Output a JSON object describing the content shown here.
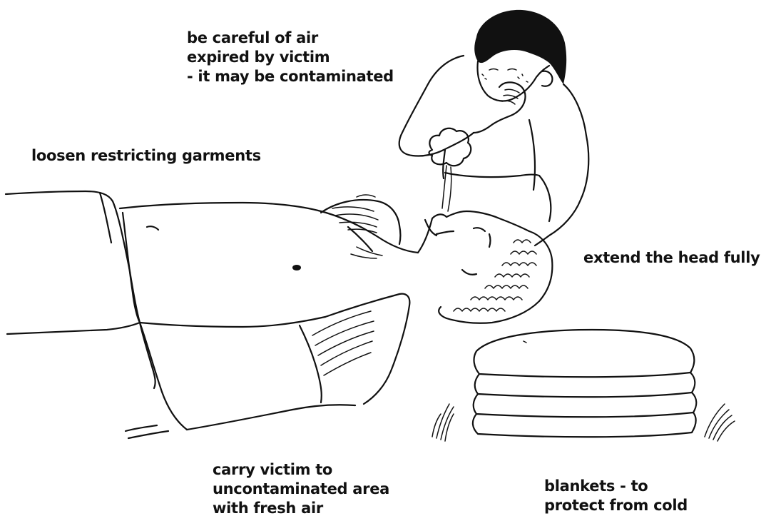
{
  "labels": {
    "careful": [
      "be careful of air",
      "expired by victim",
      "- it may be contaminated"
    ],
    "loosen": [
      "loosen restricting garments"
    ],
    "extend": [
      "extend the head fully"
    ],
    "carry": [
      "carry victim to",
      "uncontaminated area",
      "with fresh air"
    ],
    "blankets": [
      "blankets - to",
      "protect from cold"
    ]
  }
}
